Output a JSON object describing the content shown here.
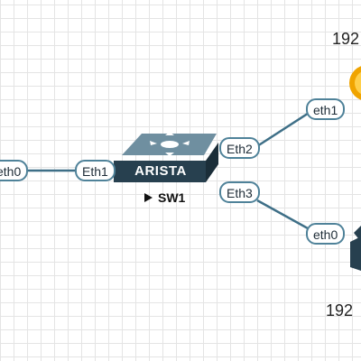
{
  "switch": {
    "name": "SW1",
    "brand": "ARISTA",
    "status_icon": "play-icon"
  },
  "ports": {
    "left_eth0": "eth0",
    "sw1_eth1": "Eth1",
    "sw1_eth2": "Eth2",
    "sw1_eth3": "Eth3",
    "top_right_eth1": "eth1",
    "bottom_right_eth0": "eth0"
  },
  "ip_labels": {
    "top_right": "192",
    "bottom_right": "192"
  },
  "colors": {
    "link": "#3e6f87",
    "port_border": "#4f8299",
    "switch_body": "#27404f",
    "router_accent": "#f0a400"
  }
}
